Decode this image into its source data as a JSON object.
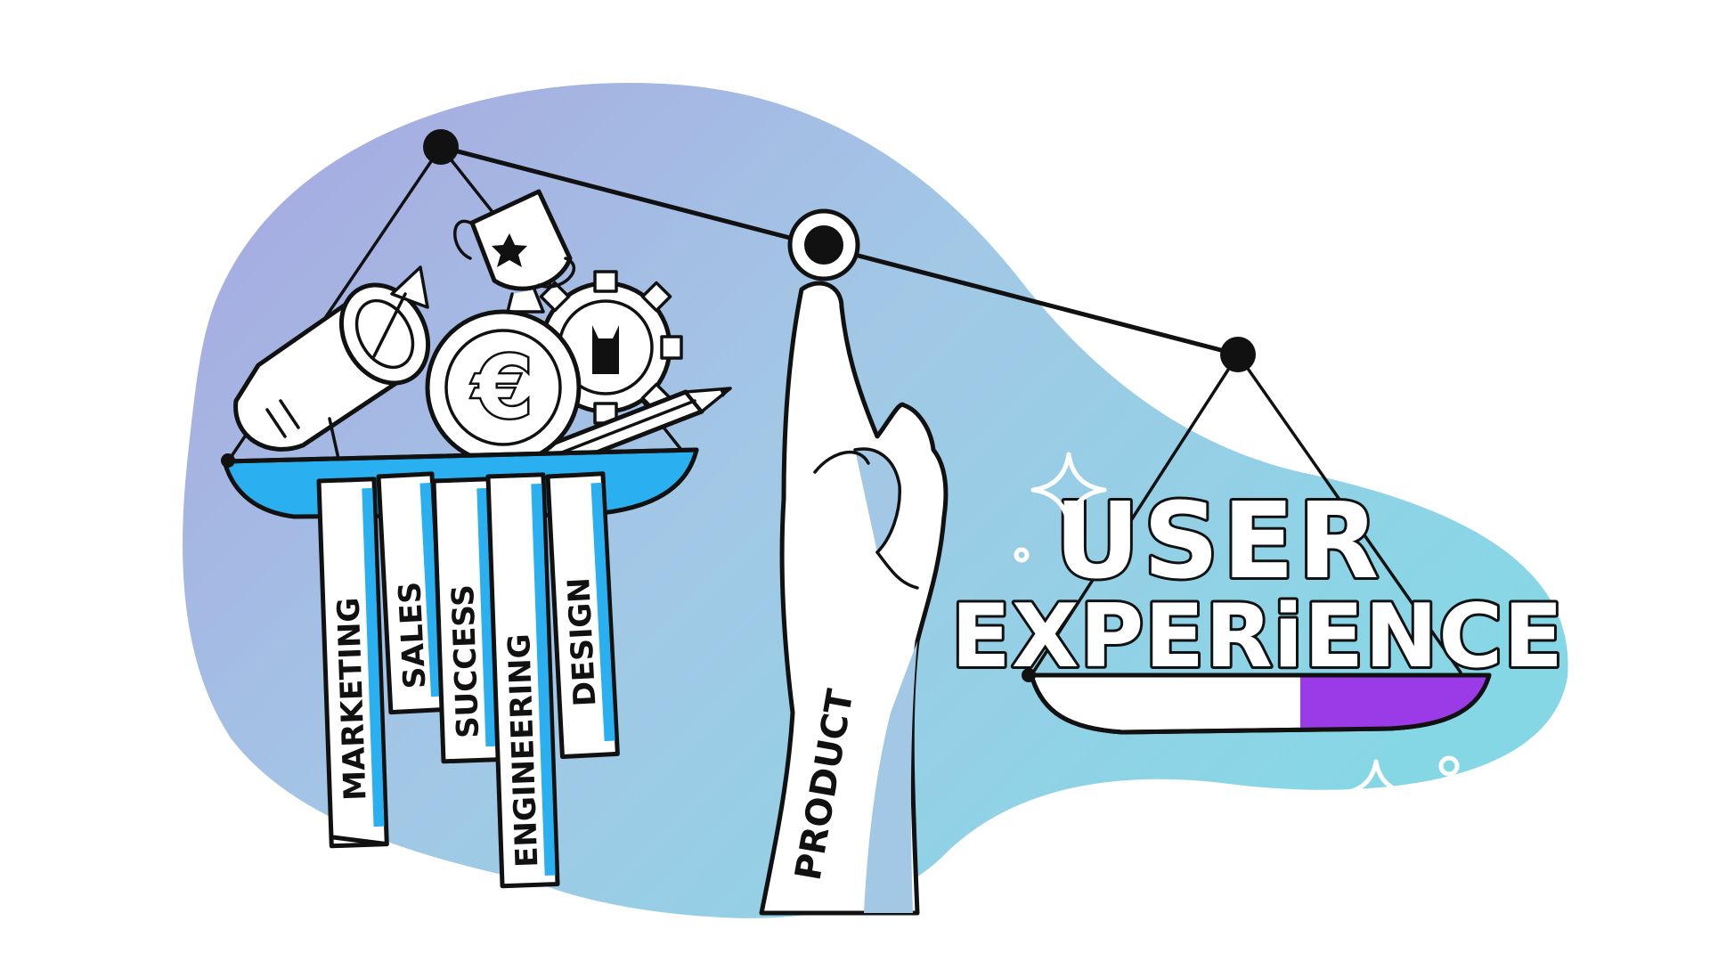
{
  "illustration": {
    "ribbons": [
      {
        "label": "MARKETING"
      },
      {
        "label": "SALES"
      },
      {
        "label": "SUCCESS"
      },
      {
        "label": "ENGINEERING"
      },
      {
        "label": "DESIGN"
      }
    ],
    "coin_symbol": "€",
    "right_pan": {
      "line1": "USER",
      "line2": "EXPERiENCE"
    },
    "arm_label": "PRODUCT",
    "colors": {
      "blob_purple": "#A8A6E0",
      "blob_blue": "#A2C8E6",
      "blob_cyan": "#86D7E6",
      "pan_blue": "#2AB0F0",
      "pan_purple": "#9B3BE8",
      "ink": "#111111"
    }
  }
}
